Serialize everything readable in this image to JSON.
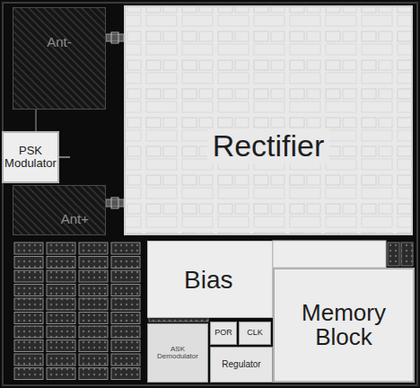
{
  "diagram": {
    "nodes": [
      {
        "text": [
          "Ant-"
        ]
      },
      {
        "text": [
          "PSK Modulator"
        ]
      },
      {
        "text": [
          "Rectifier"
        ]
      },
      {
        "text": [
          "Ant+"
        ]
      },
      {
        "text": [
          "Bias"
        ]
      },
      {
        "text": [
          "POR"
        ]
      },
      {
        "text": [
          "CLK"
        ]
      },
      {
        "text": [
          "Memory Block"
        ]
      },
      {
        "text": [
          "ASK Demodulator"
        ]
      },
      {
        "text": [
          "Regulator"
        ]
      }
    ]
  }
}
